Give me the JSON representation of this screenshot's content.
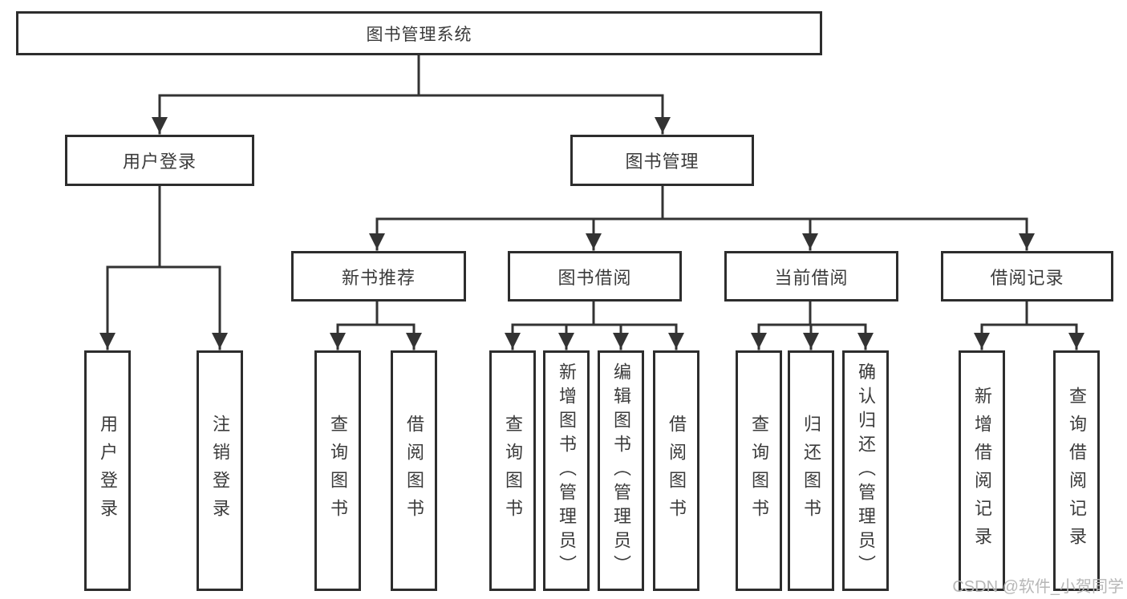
{
  "diagram": {
    "type": "hierarchy-tree",
    "title": "图书管理系统",
    "colors": {
      "background": "#ffffff",
      "box_border": "#2d2d2d",
      "line": "#333333",
      "text": "#3b3b3b",
      "watermark": "#b7b7b7"
    },
    "nodes": {
      "root": {
        "label": "图书管理系统"
      },
      "user_login": {
        "label": "用户登录"
      },
      "book_mgmt": {
        "label": "图书管理"
      },
      "new_book_rec": {
        "label": "新书推荐"
      },
      "book_borrow": {
        "label": "图书借阅"
      },
      "current_borrow": {
        "label": "当前借阅"
      },
      "borrow_record": {
        "label": "借阅记录"
      },
      "leaf_user_login": {
        "label": "用户登录"
      },
      "leaf_logout": {
        "label": "注销登录"
      },
      "nb_query": {
        "label": "查询图书"
      },
      "nb_borrow": {
        "label": "借阅图书"
      },
      "bb_query": {
        "label": "查询图书"
      },
      "bb_add": {
        "label": "新增图书（管理员）"
      },
      "bb_edit": {
        "label": "编辑图书（管理员）"
      },
      "bb_borrow": {
        "label": "借阅图书"
      },
      "cb_query": {
        "label": "查询图书"
      },
      "cb_return": {
        "label": "归还图书"
      },
      "cb_confirm": {
        "label": "确认归还（管理员）"
      },
      "br_add": {
        "label": "新增借阅记录"
      },
      "br_query": {
        "label": "查询借阅记录"
      }
    },
    "structure": {
      "图书管理系统": {
        "用户登录": [
          "用户登录",
          "注销登录"
        ],
        "图书管理": {
          "新书推荐": [
            "查询图书",
            "借阅图书"
          ],
          "图书借阅": [
            "查询图书",
            "新增图书（管理员）",
            "编辑图书（管理员）",
            "借阅图书"
          ],
          "当前借阅": [
            "查询图书",
            "归还图书",
            "确认归还（管理员）"
          ],
          "借阅记录": [
            "新增借阅记录",
            "查询借阅记录"
          ]
        }
      }
    }
  },
  "watermark": {
    "text": "CSDN @软件_小贺同学"
  }
}
